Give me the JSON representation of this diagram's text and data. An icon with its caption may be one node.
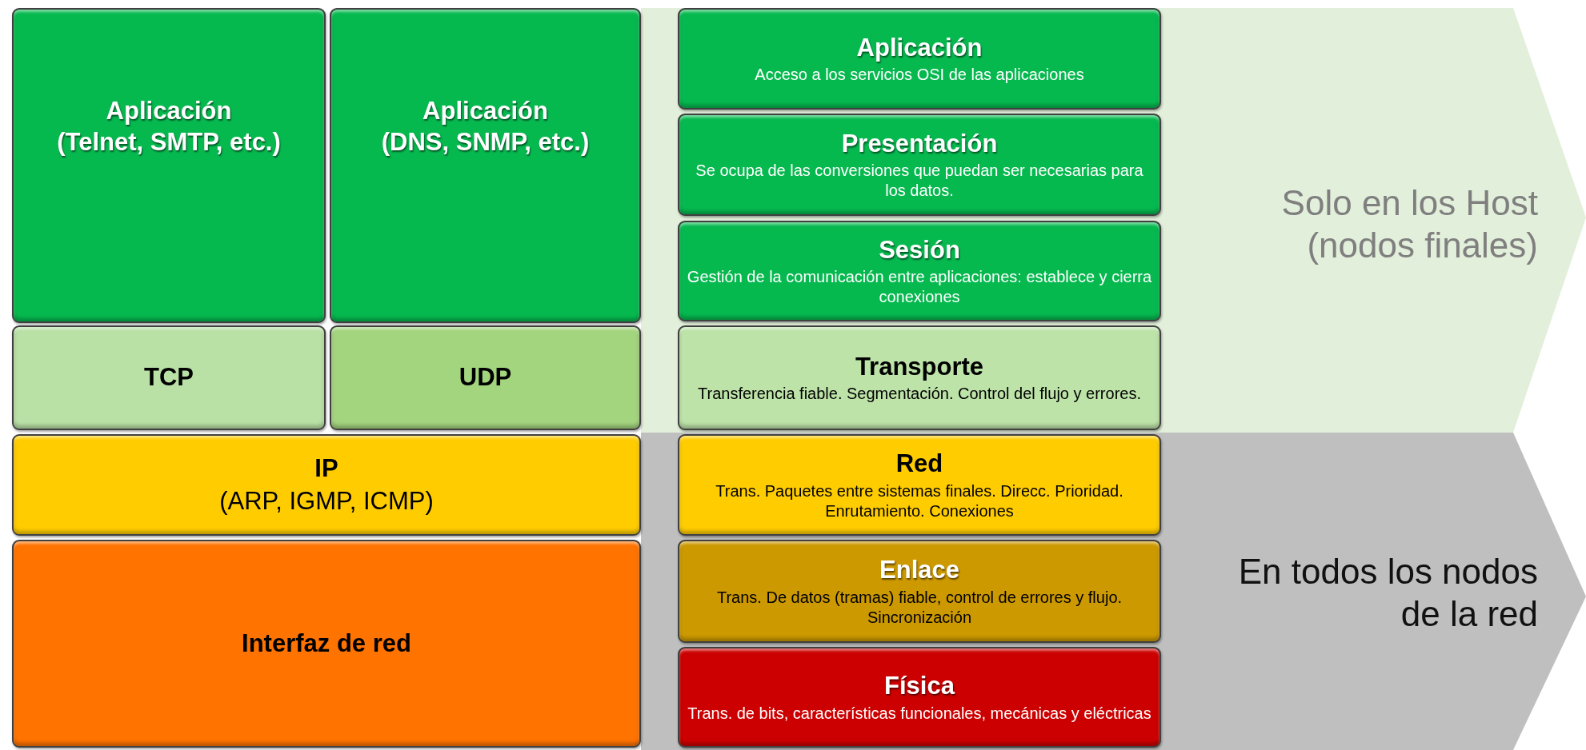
{
  "diagram": {
    "nodes": [
      {
        "text": [
          "Solo en los Host (nodos finales)"
        ]
      },
      {
        "text": [
          "En todos los nodos de la red"
        ]
      },
      {
        "text": [
          "Aplicación",
          "(Telnet, SMTP, etc.)"
        ]
      },
      {
        "text": [
          "Aplicación",
          "(DNS, SNMP, etc.)"
        ]
      },
      {
        "text": [
          "TCP"
        ]
      },
      {
        "text": [
          "UDP"
        ]
      },
      {
        "text": [
          "IP",
          "(ARP, IGMP, ICMP)"
        ]
      },
      {
        "text": [
          "Interfaz de red"
        ]
      },
      {
        "text": [
          "Aplicación",
          "Acceso a los servicios OSI de las aplicaciones"
        ],
        "in": 0
      },
      {
        "text": [
          "Presentación",
          "Se ocupa de las conversiones que puedan ser necesarias para los datos."
        ],
        "in": 0
      },
      {
        "text": [
          "Sesión",
          "Gestión de la comunicación entre aplicaciones: establece y cierra conexiones"
        ],
        "in": 0
      },
      {
        "text": [
          "Transporte",
          "Transferencia fiable. Segmentación. Control del flujo y errores."
        ],
        "in": 0
      },
      {
        "text": [
          "Red",
          "Trans. Paquetes entre sistemas finales. Direcc. Prioridad. Enrutamiento. Conexiones"
        ],
        "in": 1
      },
      {
        "text": [
          "Enlace",
          "Trans. De datos (tramas) fiable, control de errores y flujo. Sincronización"
        ],
        "in": 1
      },
      {
        "text": [
          "Física",
          "Trans. de bits, características funcionales, mecánicas y eléctricas"
        ],
        "in": 1
      }
    ],
    "edges": []
  }
}
